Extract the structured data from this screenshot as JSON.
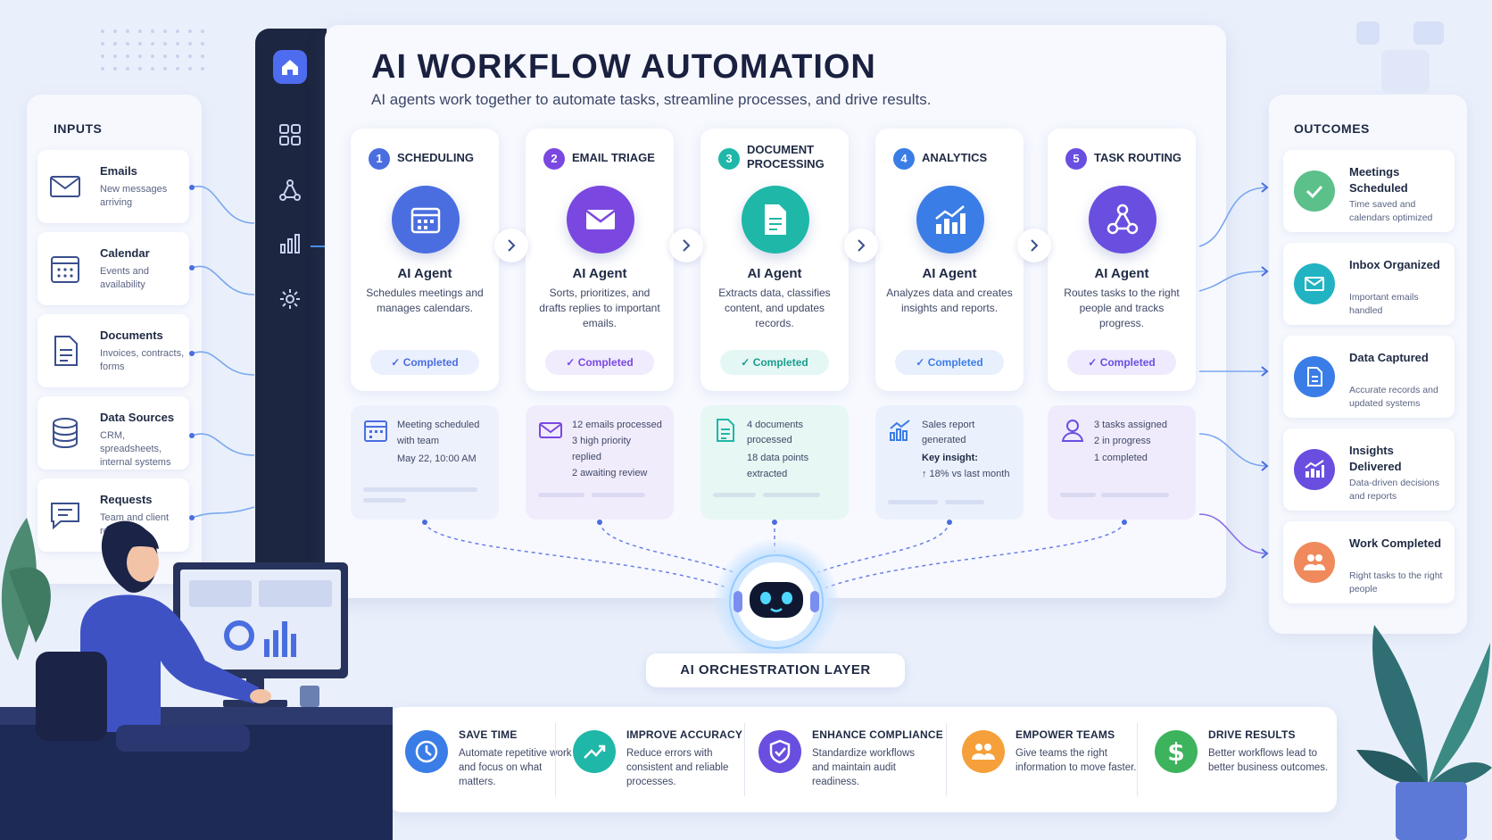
{
  "header": {
    "title": "AI WORKFLOW AUTOMATION",
    "subtitle": "AI agents work together to automate tasks, streamline processes, and drive results."
  },
  "inputs": {
    "title": "INPUTS",
    "items": [
      {
        "title": "Emails",
        "desc": "New messages arriving",
        "icon": "envelope-icon"
      },
      {
        "title": "Calendar",
        "desc": "Events and availability",
        "icon": "calendar-icon"
      },
      {
        "title": "Documents",
        "desc": "Invoices, contracts, forms",
        "icon": "document-icon"
      },
      {
        "title": "Data Sources",
        "desc": "CRM, spreadsheets, internal systems",
        "icon": "database-icon"
      },
      {
        "title": "Requests",
        "desc": "Team and client requests",
        "icon": "chat-icon"
      }
    ]
  },
  "sidebar": {
    "items": [
      "home-icon",
      "grid-icon",
      "workflow-icon",
      "analytics-icon",
      "settings-icon"
    ]
  },
  "steps": [
    {
      "num": "1",
      "name": "SCHEDULING",
      "agent": "AI Agent",
      "desc": "Schedules meetings and manages calendars.",
      "status": "Completed",
      "color": "#4a6ee0"
    },
    {
      "num": "2",
      "name": "EMAIL TRIAGE",
      "agent": "AI Agent",
      "desc": "Sorts, prioritizes, and drafts replies to important emails.",
      "status": "Completed",
      "color": "#7a48e0"
    },
    {
      "num": "3",
      "name": "DOCUMENT PROCESSING",
      "agent": "AI Agent",
      "desc": "Extracts data, classifies content, and updates records.",
      "status": "Completed",
      "color": "#1fb7a8"
    },
    {
      "num": "4",
      "name": "ANALYTICS",
      "agent": "AI Agent",
      "desc": "Analyzes data and creates insights and reports.",
      "status": "Completed",
      "color": "#3b7de6"
    },
    {
      "num": "5",
      "name": "TASK ROUTING",
      "agent": "AI Agent",
      "desc": "Routes tasks to the right people and tracks progress.",
      "status": "Completed",
      "color": "#6a4ee0"
    }
  ],
  "stats": [
    {
      "lines": [
        "Meeting scheduled",
        "with team",
        "May 22, 10:00 AM"
      ]
    },
    {
      "lines": [
        "12 emails processed",
        "3 high priority",
        "replied",
        "2 awaiting review"
      ]
    },
    {
      "lines": [
        "4 documents",
        "processed",
        "18 data points",
        "extracted"
      ]
    },
    {
      "lines": [
        "Sales report",
        "generated",
        "Key insight:",
        "↑ 18% vs last month"
      ]
    },
    {
      "lines": [
        "3 tasks assigned",
        "2 in progress",
        "1 completed"
      ]
    }
  ],
  "orchestration": {
    "label": "AI ORCHESTRATION LAYER"
  },
  "outcomes": {
    "title": "OUTCOMES",
    "items": [
      {
        "title": "Meetings Scheduled",
        "desc": "Time saved and calendars optimized",
        "color": "#5cc08a",
        "icon": "check-icon"
      },
      {
        "title": "Inbox Organized",
        "desc": "Important emails handled",
        "color": "#21b3c2",
        "icon": "envelope-icon"
      },
      {
        "title": "Data Captured",
        "desc": "Accurate records and updated systems",
        "color": "#3b7de6",
        "icon": "document-icon"
      },
      {
        "title": "Insights Delivered",
        "desc": "Data-driven decisions and reports",
        "color": "#6a4ee0",
        "icon": "chart-icon"
      },
      {
        "title": "Work Completed",
        "desc": "Right tasks to the right people",
        "color": "#f08a5d",
        "icon": "people-icon"
      }
    ]
  },
  "benefits": [
    {
      "title": "SAVE TIME",
      "desc": "Automate repetitive work and focus on what matters.",
      "color": "#3b7de6",
      "icon": "clock-icon"
    },
    {
      "title": "IMPROVE ACCURACY",
      "desc": "Reduce errors with consistent and reliable processes.",
      "color": "#1fb7a8",
      "icon": "trend-icon"
    },
    {
      "title": "ENHANCE COMPLIANCE",
      "desc": "Standardize workflows and maintain audit readiness.",
      "color": "#6a4ee0",
      "icon": "shield-icon"
    },
    {
      "title": "EMPOWER TEAMS",
      "desc": "Give teams the right information to move faster.",
      "color": "#f5a03a",
      "icon": "people-icon"
    },
    {
      "title": "DRIVE RESULTS",
      "desc": "Better workflows lead to better business outcomes.",
      "color": "#3cb35c",
      "icon": "dollar-icon"
    }
  ]
}
